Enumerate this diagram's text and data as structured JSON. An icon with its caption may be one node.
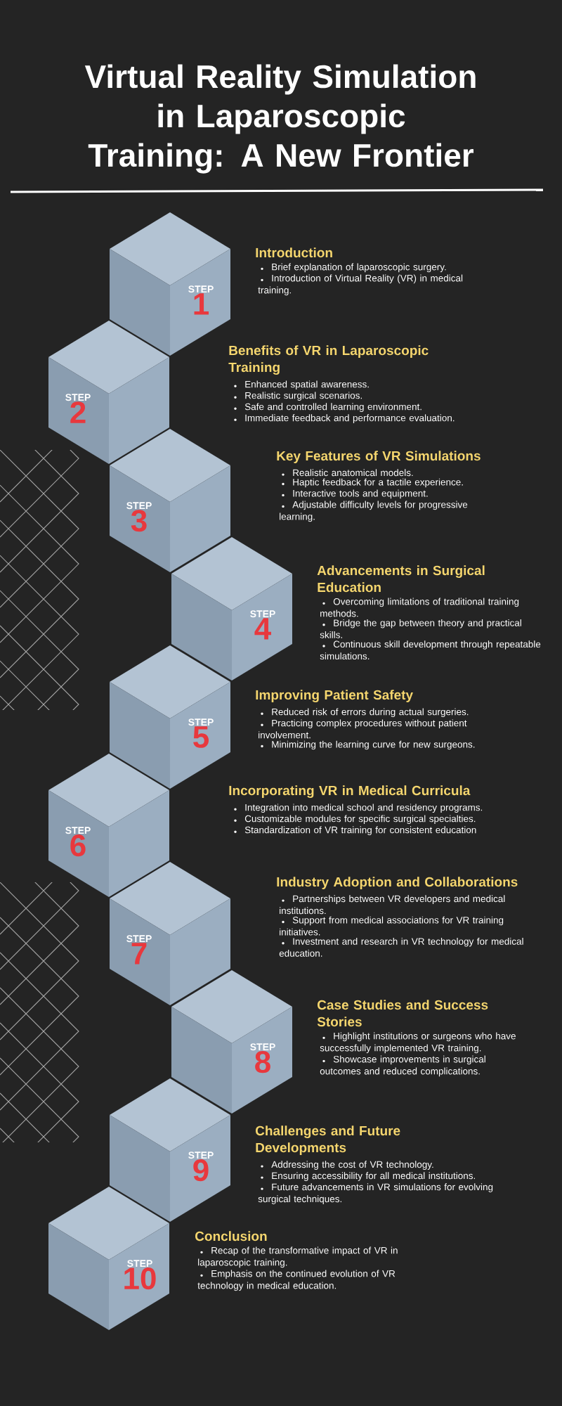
{
  "diagram": {
    "title": "Virtual Reality Simulation in Laparoscopic Training: A New Frontier",
    "nodes": [
      {
        "text": [
          "STEP",
          "1"
        ],
        "beside": [
          "Introduction",
          "Brief explanation of laparoscopic surgery.",
          "Introduction of Virtual Reality (VR) in medical training."
        ]
      },
      {
        "text": [
          "STEP",
          "2"
        ],
        "beside": [
          "Benefits of VR in Laparoscopic Training",
          "Enhanced spatial awareness.",
          "Realistic surgical scenarios.",
          "Safe and controlled learning environment.",
          "Immediate feedback and performance evaluation."
        ]
      },
      {
        "text": [
          "STEP",
          "3"
        ],
        "beside": [
          "Key Features of VR Simulations",
          "Realistic anatomical models.",
          "Haptic feedback for a tactile experience.",
          "Interactive tools and equipment.",
          "Adjustable difficulty levels for progressive learning."
        ]
      },
      {
        "text": [
          "STEP",
          "4"
        ],
        "beside": [
          "Advancements in Surgical Education",
          "Overcoming limitations of traditional training methods.",
          "Bridge the gap between theory and practical skills.",
          "Continuous skill development through repeatable simulations."
        ]
      },
      {
        "text": [
          "STEP",
          "5"
        ],
        "beside": [
          "Improving Patient Safety",
          "Reduced risk of errors during actual surgeries.",
          "Practicing complex procedures without patient involvement.",
          "Minimizing the learning curve for new surgeons."
        ]
      },
      {
        "text": [
          "STEP",
          "6"
        ],
        "beside": [
          "Incorporating VR in Medical Curricula",
          "Integration into medical school and residency programs.",
          "Customizable modules for specific surgical specialties.",
          "Standardization of VR training for consistent education"
        ]
      },
      {
        "text": [
          "STEP",
          "7"
        ],
        "beside": [
          "Industry Adoption and Collaborations",
          "Partnerships between VR developers and medical institutions.",
          "Support from medical associations for VR training initiatives.",
          "Investment and research in VR technology for medical education."
        ]
      },
      {
        "text": [
          "STEP",
          "8"
        ],
        "beside": [
          "Case Studies and Success Stories",
          "Highlight institutions or surgeons who have successfully implemented VR training.",
          "Showcase improvements in surgical outcomes and reduced complications."
        ]
      },
      {
        "text": [
          "STEP",
          "9"
        ],
        "beside": [
          "Challenges and Future Developments",
          "Addressing the cost of VR technology.",
          "Ensuring accessibility for all medical institutions.",
          "Future advancements in VR simulations for evolving surgical techniques."
        ]
      },
      {
        "text": [
          "STEP",
          "10"
        ],
        "beside": [
          "Conclusion",
          "Recap of the transformative impact of VR in laparoscopic training.",
          "Emphasis on the continued evolution of VR technology in medical education."
        ]
      }
    ]
  }
}
